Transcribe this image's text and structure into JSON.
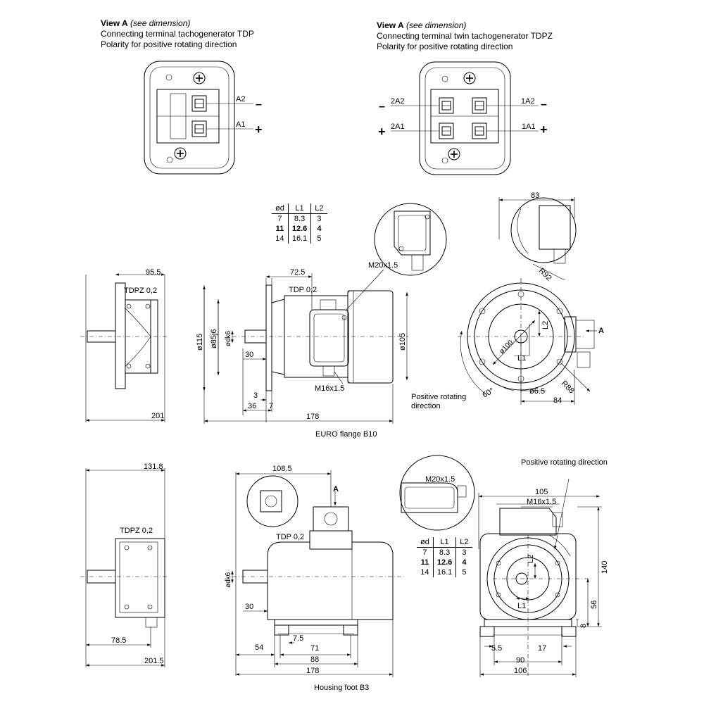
{
  "view_tdp": {
    "title": "View A",
    "title_note": "(see dimension)",
    "line1": "Connecting terminal tachogenerator TDP",
    "line2": "Polarity for positive rotating direction",
    "terminal_top": "A2",
    "terminal_bottom": "A1",
    "sign_top": "–",
    "sign_bottom": "+"
  },
  "view_tdpz": {
    "title": "View A",
    "title_note": "(see dimension)",
    "line1": "Connecting terminal twin tachogenerator TDPZ",
    "line2": "Polarity for positive rotating direction",
    "terminal_left_top": "2A2",
    "terminal_left_bottom": "2A1",
    "terminal_right_top": "1A2",
    "terminal_right_bottom": "1A1",
    "sign_left_top": "–",
    "sign_left_bottom": "+",
    "sign_right_top": "–",
    "sign_right_bottom": "+"
  },
  "shaft_table": {
    "headers": [
      "ød",
      "L1",
      "L2"
    ],
    "rows": [
      [
        "7",
        "8.3",
        "3"
      ],
      [
        "11",
        "12.6",
        "4"
      ],
      [
        "14",
        "16.1",
        "5"
      ]
    ],
    "bold_row": 1
  },
  "euro_flange": {
    "caption": "EURO flange B10",
    "dims": {
      "d95_5": "95.5",
      "tdpz": "TDPZ 0,2",
      "d201": "201",
      "d72_5": "72.5",
      "tdp": "TDP 0,2",
      "d115": "ø115",
      "d85": "ø85j6",
      "dk6": "ødk6",
      "d30": "30",
      "d3": "3",
      "d36": "36",
      "d7": "7",
      "d178": "178",
      "d105": "ø105",
      "m16": "M16x1.5",
      "m20": "M20x1.5",
      "d83": "83",
      "r92": "R92",
      "r88": "R88",
      "d100": "ø100",
      "l1": "L1",
      "l2": "L2",
      "d6_5": "ø6.5",
      "d84": "84",
      "a60": "60°",
      "view_a": "A",
      "pos_dir1": "Positive rotating",
      "pos_dir2": "direction"
    }
  },
  "housing_foot": {
    "caption": "Housing foot B3",
    "dims": {
      "d131_8": "131.8",
      "tdpz": "TDPZ 0,2",
      "d78_5": "78.5",
      "d201_5": "201.5",
      "d108_5": "108.5",
      "view_a": "A",
      "tdp": "TDP 0,2",
      "dk6": "ødk6",
      "d30": "30",
      "d54": "54",
      "d7_5": "7.5",
      "d71": "71",
      "d88": "88",
      "d178": "178",
      "m20": "M20x1.5",
      "pos_dir": "Positive rotating direction",
      "d105": "105",
      "m16": "M16x1.5",
      "d140": "140",
      "d56": "56",
      "d8": "8",
      "d5_5": "5.5",
      "d17": "17",
      "d90": "90",
      "d106": "106",
      "l1": "L1",
      "l2": "L2"
    }
  }
}
